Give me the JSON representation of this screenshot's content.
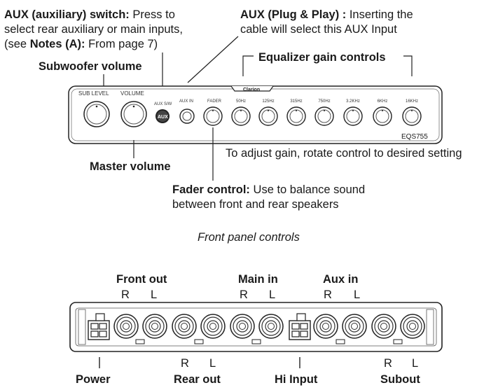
{
  "front": {
    "aux_switch": {
      "title": "AUX (auxiliary) switch:",
      "l1": " Press to",
      "l2": "select rear auxiliary or main inputs,",
      "l3a": "(see ",
      "l3b": "Notes (A):",
      "l3c": " From page 7)"
    },
    "aux_plug": {
      "title": "AUX (Plug & Play) :",
      "l1": " Inserting the",
      "l2": "cable will select this AUX Input"
    },
    "subwoofer_volume": "Subwoofer volume",
    "equalizer": "Equalizer gain controls",
    "master_volume": "Master volume",
    "adjust_gain": "To adjust gain, rotate control to desired setting",
    "fader": {
      "title": "Fader control:",
      "l1": " Use to balance sound",
      "l2": "between front and rear speakers"
    },
    "caption": "Front panel controls",
    "panel": {
      "sub_level": "SUB LEVEL",
      "volume": "VOLUME",
      "aux_sw": "AUX S/W",
      "aux_btn": "AUX",
      "aux_in": "AUX IN",
      "fader": "FADER",
      "brand": "Clarion",
      "model": "EQS755",
      "bands": [
        "50Hz",
        "125Hz",
        "315Hz",
        "750Hz",
        "3.2KHz",
        "6KHz",
        "16KHz"
      ]
    }
  },
  "rear": {
    "front_out": "Front out",
    "main_in": "Main in",
    "aux_in": "Aux in",
    "r": "R",
    "l": "L",
    "power": "Power",
    "rear_out": "Rear out",
    "hi_input": "Hi Input",
    "sub_out": "Subout"
  }
}
